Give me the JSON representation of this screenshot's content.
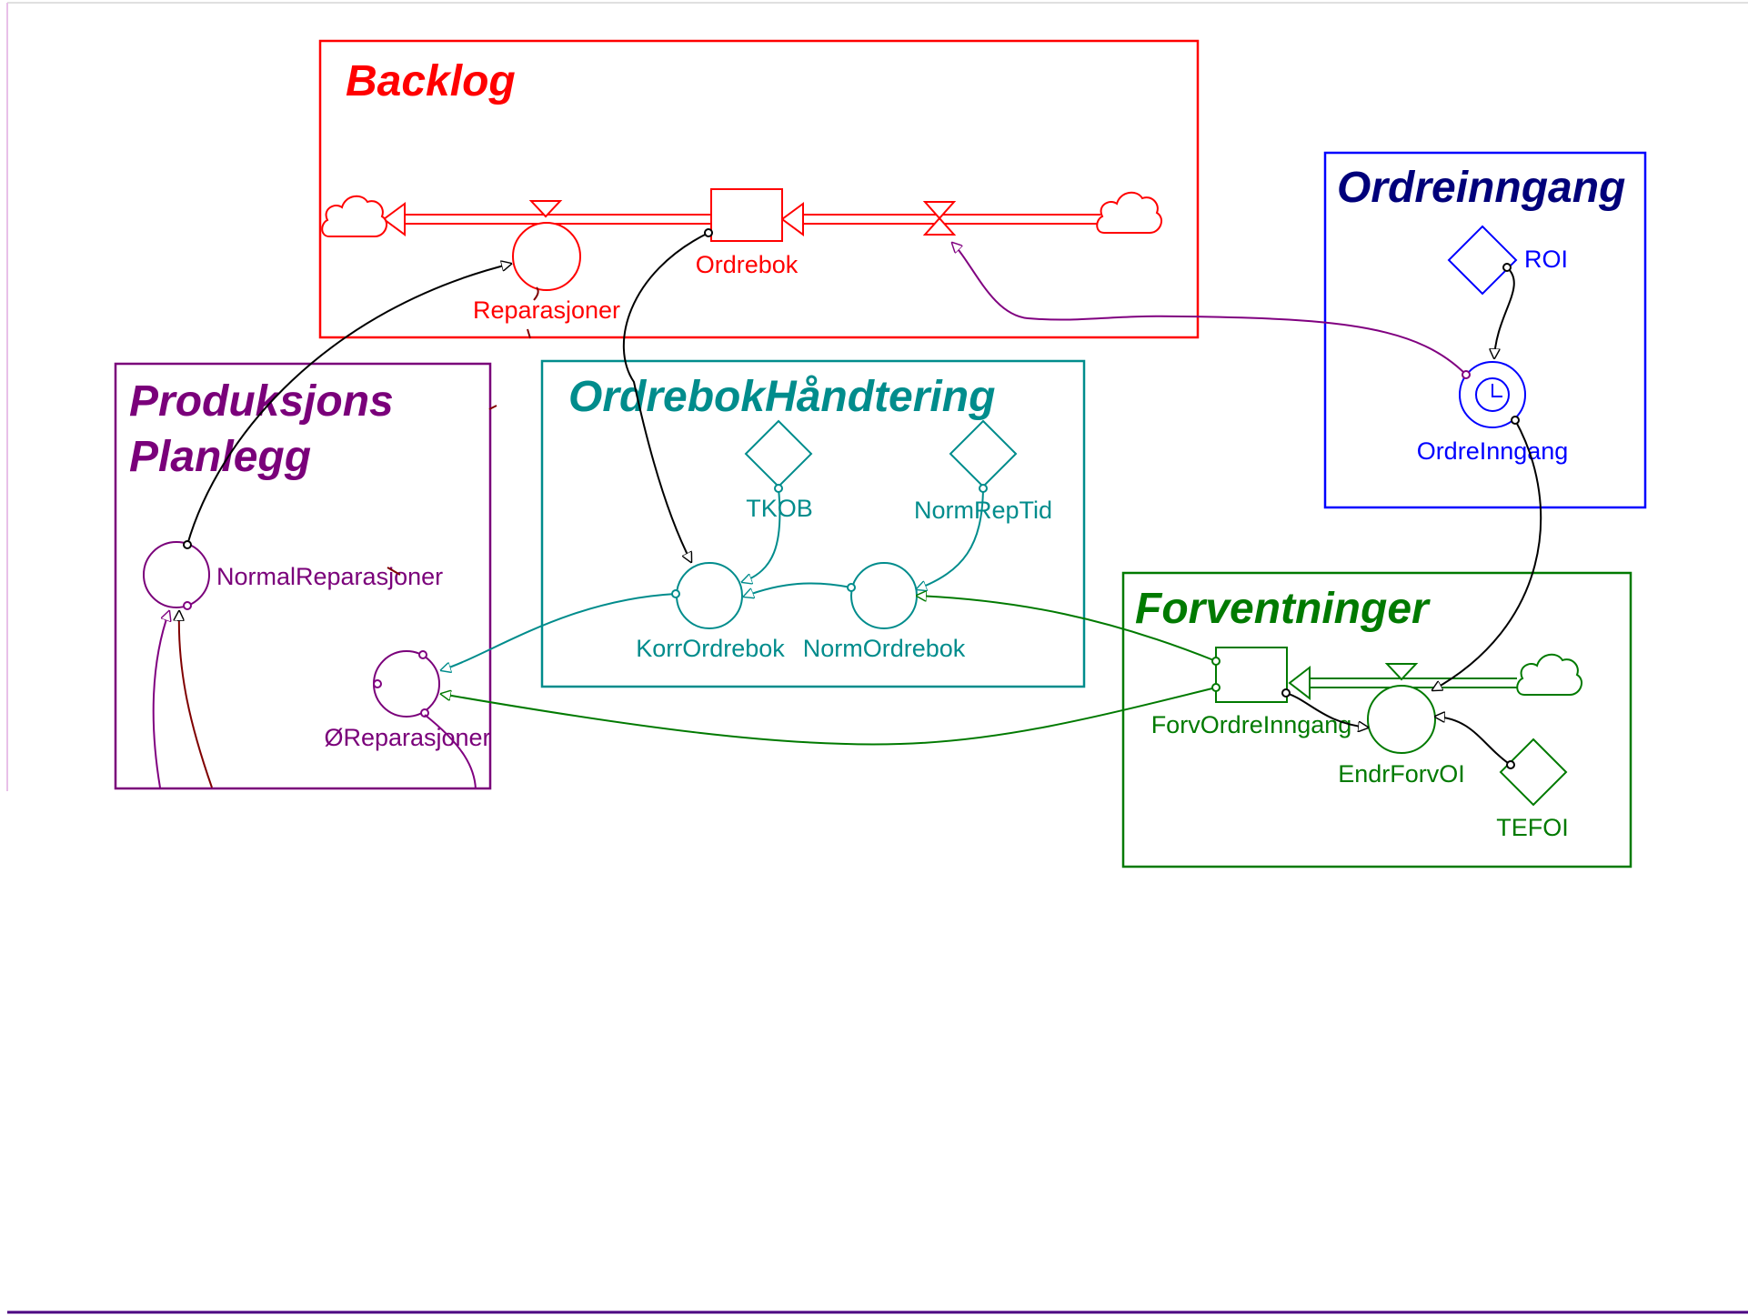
{
  "colors": {
    "backlog": "#ff0000",
    "ordreinngang": "#0000ff",
    "ordreinngang_title": "#00007a",
    "produksjon": "#7a007a",
    "ordrebokhandtering": "#008c8c",
    "forventninger": "#007a00",
    "link": "#000000",
    "link_purple": "#800080",
    "link_dark": "#800000",
    "bottom_line": "#4b0082"
  },
  "groups": {
    "backlog": {
      "title": "Backlog"
    },
    "ordreinngang": {
      "title": "Ordreinngang"
    },
    "produksjon": {
      "title_line1": "Produksjons",
      "title_line2": "Planlegg"
    },
    "ordrebokhandtering": {
      "title": "OrdrebokHåndtering"
    },
    "forventninger": {
      "title": "Forventninger"
    }
  },
  "variables": {
    "ordrebok": "Ordrebok",
    "reparasjoner": "Reparasjoner",
    "roi": "ROI",
    "ordreinngang": "OrdreInngang",
    "normal_reparasjoner": "NormalReparasjoner",
    "o_reparasjoner": "ØReparasjoner",
    "tkob": "TKOB",
    "norm_rep_tid": "NormRepTid",
    "korr_ordrebok": "KorrOrdrebok",
    "norm_ordrebok": "NormOrdrebok",
    "forv_ordre_inngang": "ForvOrdreInngang",
    "endr_forv_oi": "EndrForvOI",
    "tefoi": "TEFOI"
  }
}
